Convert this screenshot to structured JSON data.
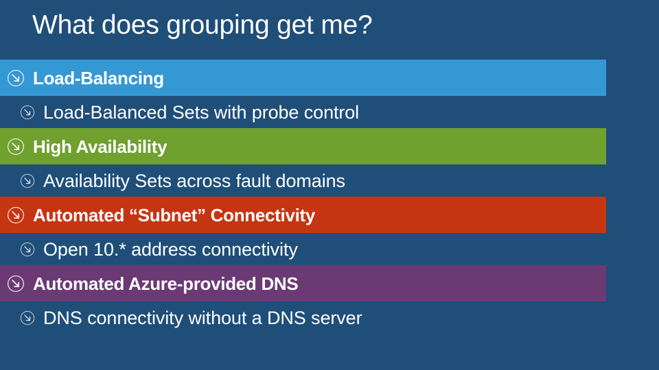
{
  "slide": {
    "title": "What does grouping get me?",
    "background_color": "#1f4e79",
    "text_color": "#ffffff",
    "bullet_icon": "circled-arrow-southeast-icon"
  },
  "groups": [
    {
      "heading": "Load-Balancing",
      "band_color": "#3498d4",
      "sub": "Load-Balanced Sets with probe control"
    },
    {
      "heading": "High Availability",
      "band_color": "#70a02e",
      "sub": "Availability Sets across fault domains"
    },
    {
      "heading": "Automated “Subnet” Connectivity",
      "band_color": "#c63512",
      "sub": "Open 10.* address connectivity"
    },
    {
      "heading": "Automated Azure-provided DNS",
      "band_color": "#6b3a75",
      "sub": "DNS connectivity without a DNS server"
    }
  ]
}
